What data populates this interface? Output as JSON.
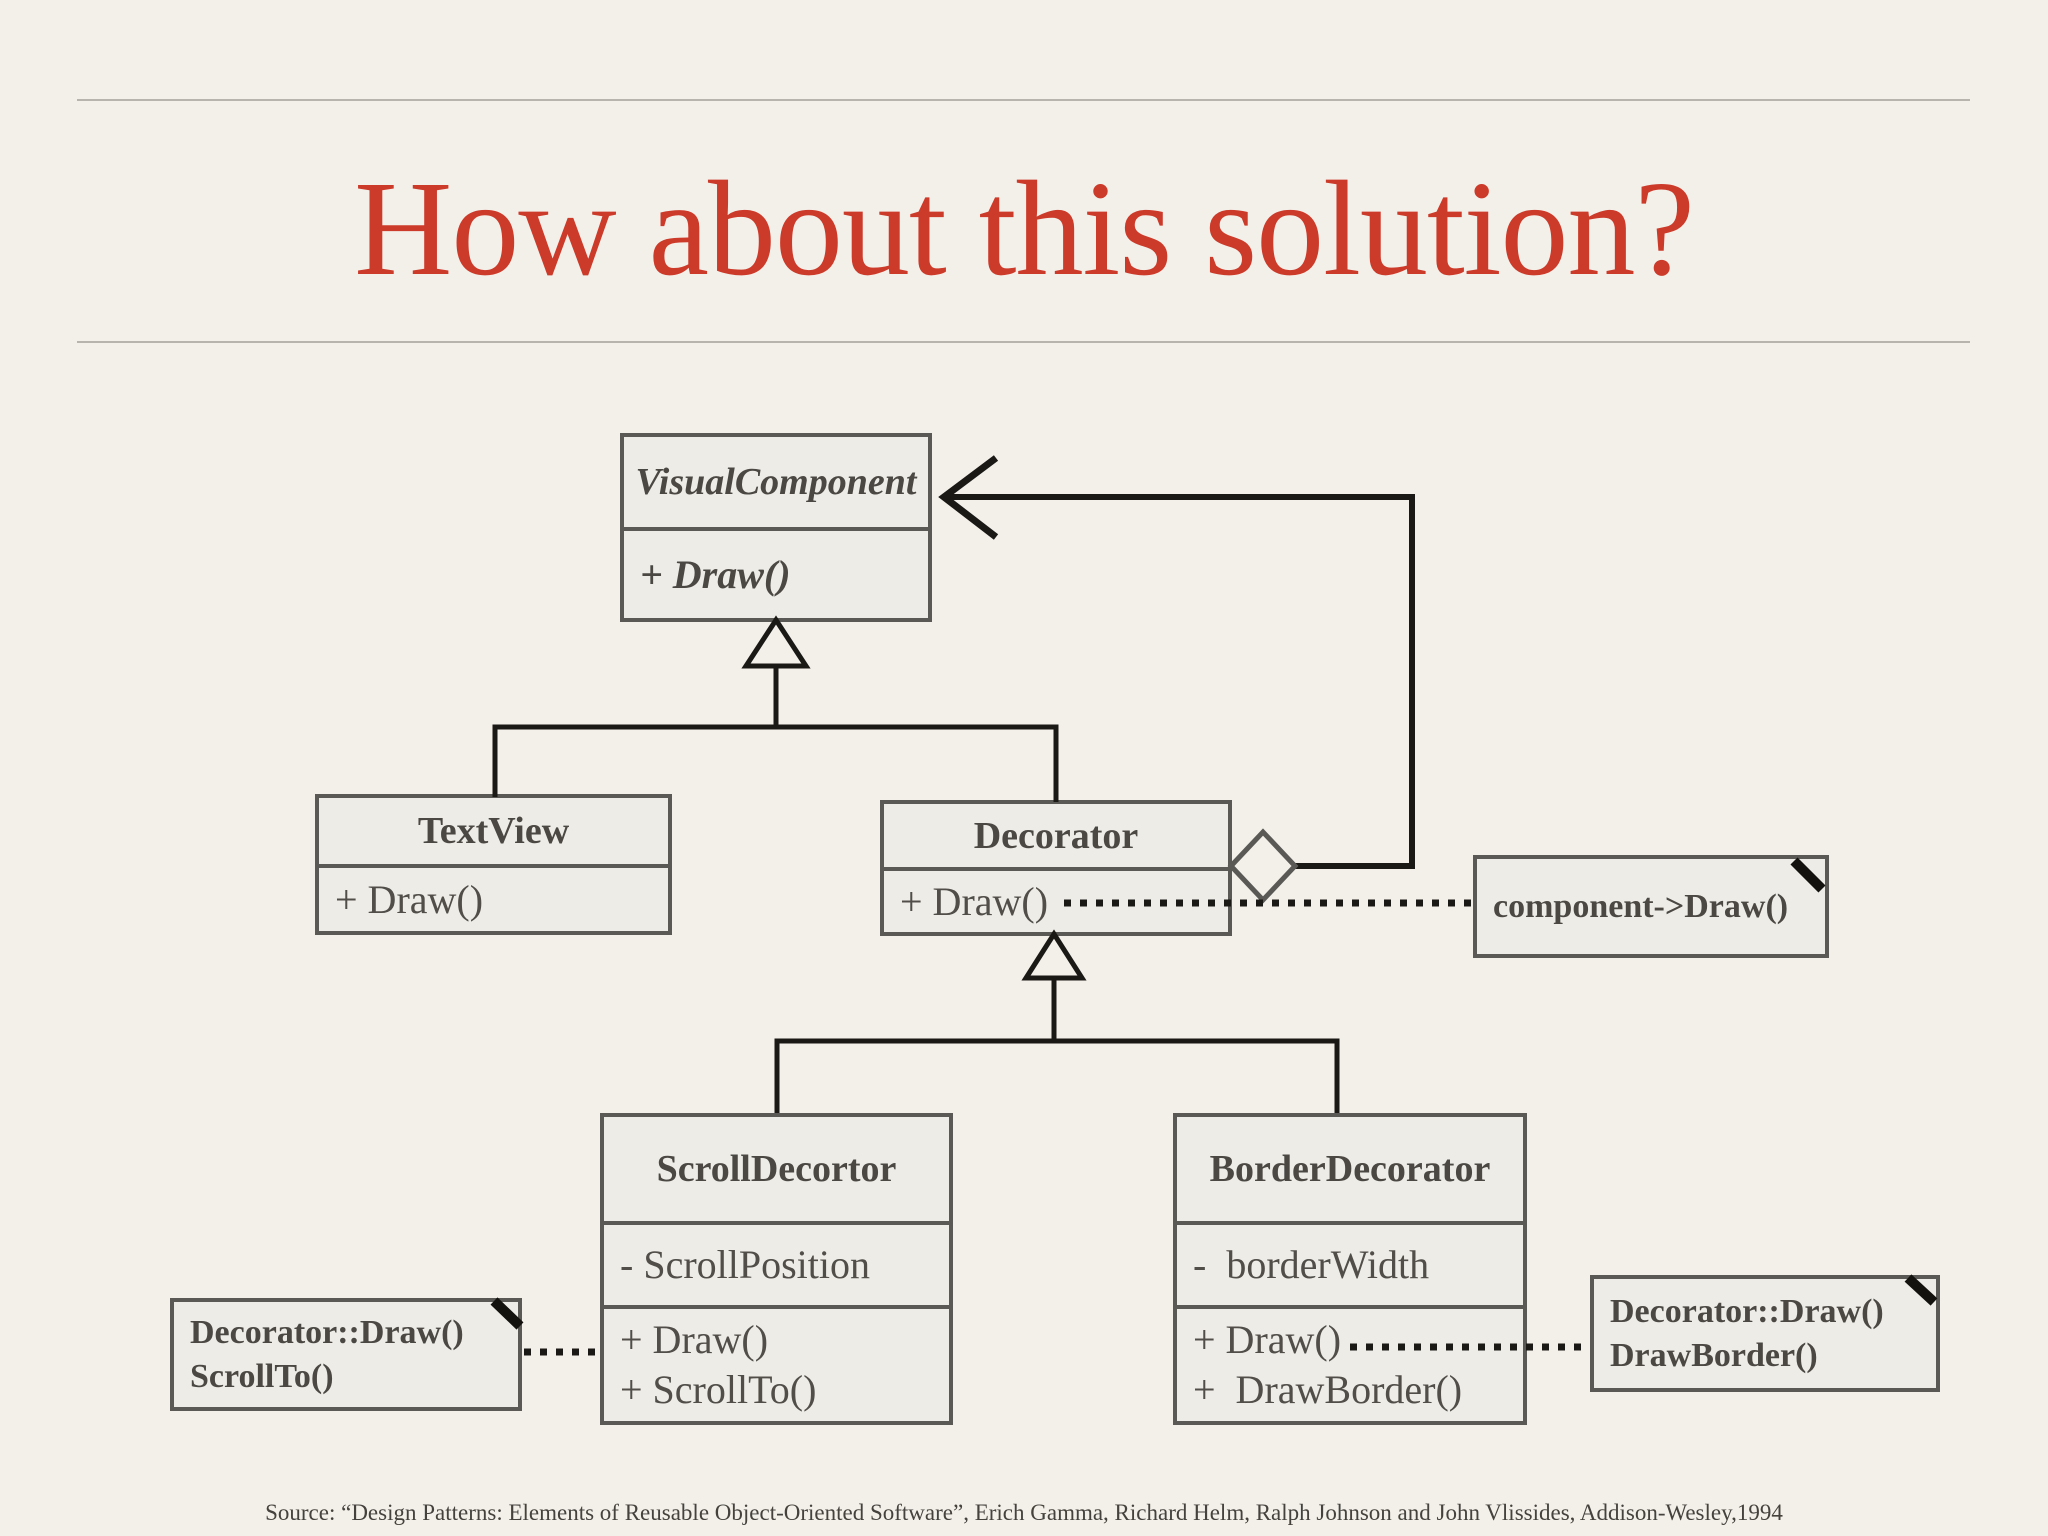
{
  "slide": {
    "title": "How about this solution?",
    "source": "Source: “Design Patterns: Elements of Reusable Object-Oriented Software”, Erich Gamma, Richard Helm, Ralph Johnson and John Vlissides, Addison-Wesley,1994"
  },
  "colors": {
    "background": "#f3f0ea",
    "accent_red": "#cc3a2a",
    "box_border_gray": "#5b5955",
    "connector_black": "#1b1916",
    "text_gray": "#4b4844"
  },
  "diagram": {
    "classes": [
      {
        "name": "VisualComponent",
        "abstract": true,
        "attributes": [],
        "methods": [
          "+ Draw()"
        ]
      },
      {
        "name": "TextView",
        "attributes": [],
        "methods": [
          "+ Draw()"
        ]
      },
      {
        "name": "Decorator",
        "attributes": [],
        "methods": [
          "+ Draw()"
        ]
      },
      {
        "name": "ScrollDecortor",
        "attributes": [
          "- ScrollPosition"
        ],
        "methods": [
          "+ Draw()",
          "+ ScrollTo()"
        ]
      },
      {
        "name": "BorderDecorator",
        "attributes": [
          "-  borderWidth"
        ],
        "methods": [
          "+ Draw()",
          "+  DrawBorder()"
        ]
      }
    ],
    "notes": [
      {
        "lines": [
          "component->Draw()"
        ]
      },
      {
        "lines": [
          "Decorator::Draw()",
          "ScrollTo()"
        ]
      },
      {
        "lines": [
          "Decorator::Draw()",
          "DrawBorder()"
        ]
      }
    ]
  }
}
